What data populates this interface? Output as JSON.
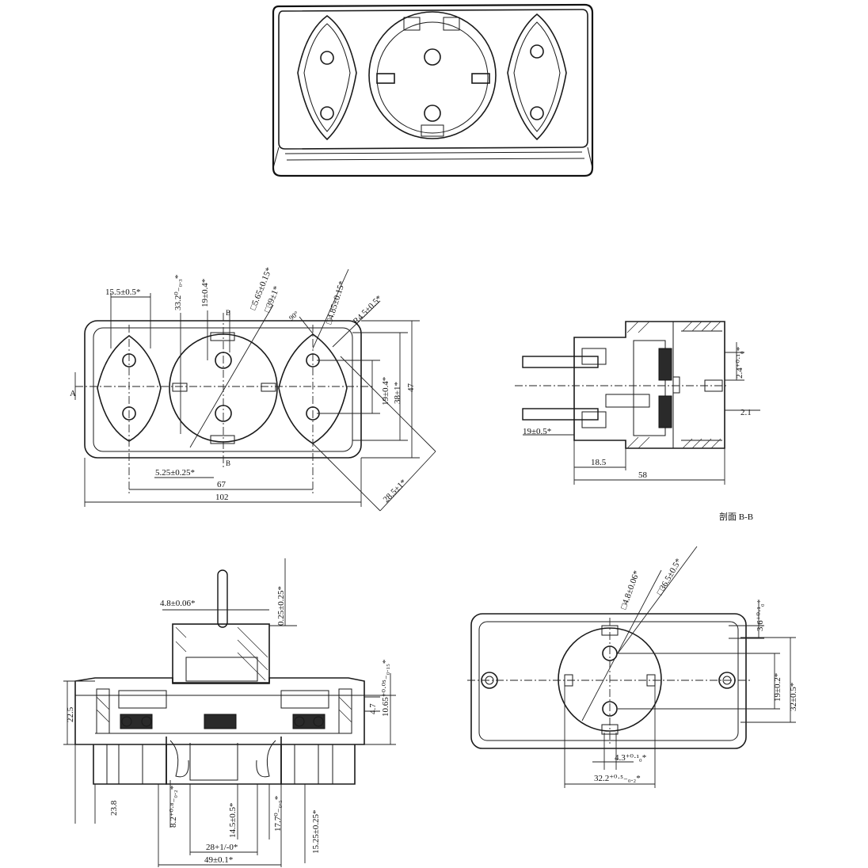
{
  "top_view": {
    "dims": {
      "d_15_5": "15.5±0.5*",
      "d_33_2": "33.2⁰₋₀.₃*",
      "d_19": "19±0.4*",
      "d_5_65": "□5.65±0.15*",
      "d_39": "□39±1*",
      "d_90": "90°",
      "d_4_85": "□4.85±0.15*",
      "d_r4_5": "R4.5±0.5*",
      "d_19_v": "19±0.4*",
      "d_38": "38±1*",
      "d_47": "47",
      "d_5_25": "5.25±0.25*",
      "d_67": "67",
      "d_102": "102",
      "d_28_5": "28.5±1*",
      "label_a": "A",
      "label_b1": "B",
      "label_b2": "B"
    }
  },
  "side_section": {
    "dims": {
      "d_2_4": "2.4⁺⁰·¹₀*",
      "d_2_1": "2.1",
      "d_19": "19±0.5*",
      "d_18_5": "18.5",
      "d_58": "58"
    },
    "caption": "剖面 B-B"
  },
  "front_section": {
    "dims": {
      "d_4_8": "4.8±0.06*",
      "d_0_25": "0.25±0.25*",
      "d_22_5": "22.5",
      "d_4_7": "4.7",
      "d_10_65": "10.65⁺⁰·⁰⁵₋₀.₁₅*",
      "d_23_8": "23.8",
      "d_8_2": "8.2⁺⁰·⁸₋₀.₂*",
      "d_14_5": "14.5±0.5*",
      "d_17_7": "17.7⁰₋₀.₅*",
      "d_15_25": "15.25±0.25*",
      "d_28": "28+1/-0*",
      "d_49": "49±0.1*"
    }
  },
  "bottom_view": {
    "dims": {
      "d_4_8": "□4.8±0.06*",
      "d_36_5": "□36.5±0.5*",
      "d_3_6": "3.6⁺⁰·¹₀*",
      "d_19": "19±0.2*",
      "d_32": "32±0.5*",
      "d_4_3": "4.3⁺⁰·¹₀*",
      "d_32_2": "32.2⁺⁰·⁵₋₀.₂*"
    }
  }
}
